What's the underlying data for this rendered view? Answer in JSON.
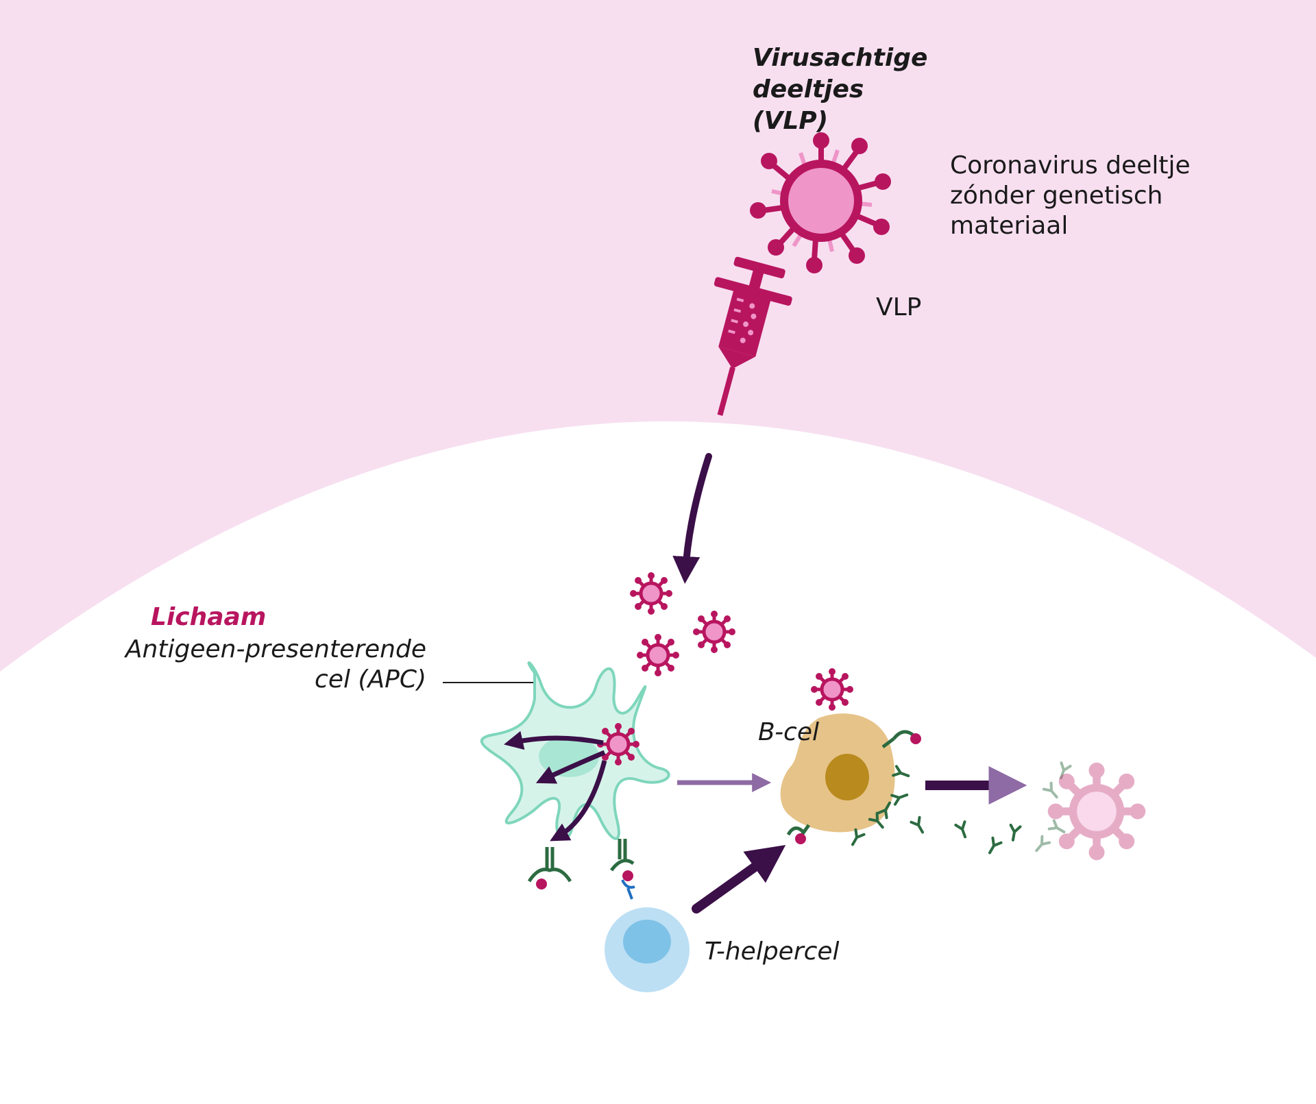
{
  "title": "Virusachtige deeltjes (VLP)",
  "vlp_description": "Coronavirus deeltje zónder genetisch materiaal",
  "vlp_label": "VLP",
  "body_label": "Lichaam",
  "apc_label": "Antigeen-presenterende cel (APC)",
  "bcell_label": "B-cel",
  "thelper_label": "T-helpercel",
  "colors": {
    "background_pink": "#f7dff0",
    "magenta": "#b8155f",
    "virus_fill": "#ef95c8",
    "dark_purple": "#3b0f48",
    "light_purple": "#8e6ba4",
    "apc_fill": "#d6f3ea",
    "apc_stroke": "#7ed6bb",
    "bcell_fill": "#e6c388",
    "bcell_nucleus": "#b98a1e",
    "tcell_fill": "#bcdff4",
    "tcell_nucleus": "#7fc2e7",
    "antibody_green": "#2c6b41"
  },
  "icons": [
    "virus-icon",
    "syringe-icon",
    "arrow-icon",
    "antibody-icon",
    "receptor-icon"
  ]
}
